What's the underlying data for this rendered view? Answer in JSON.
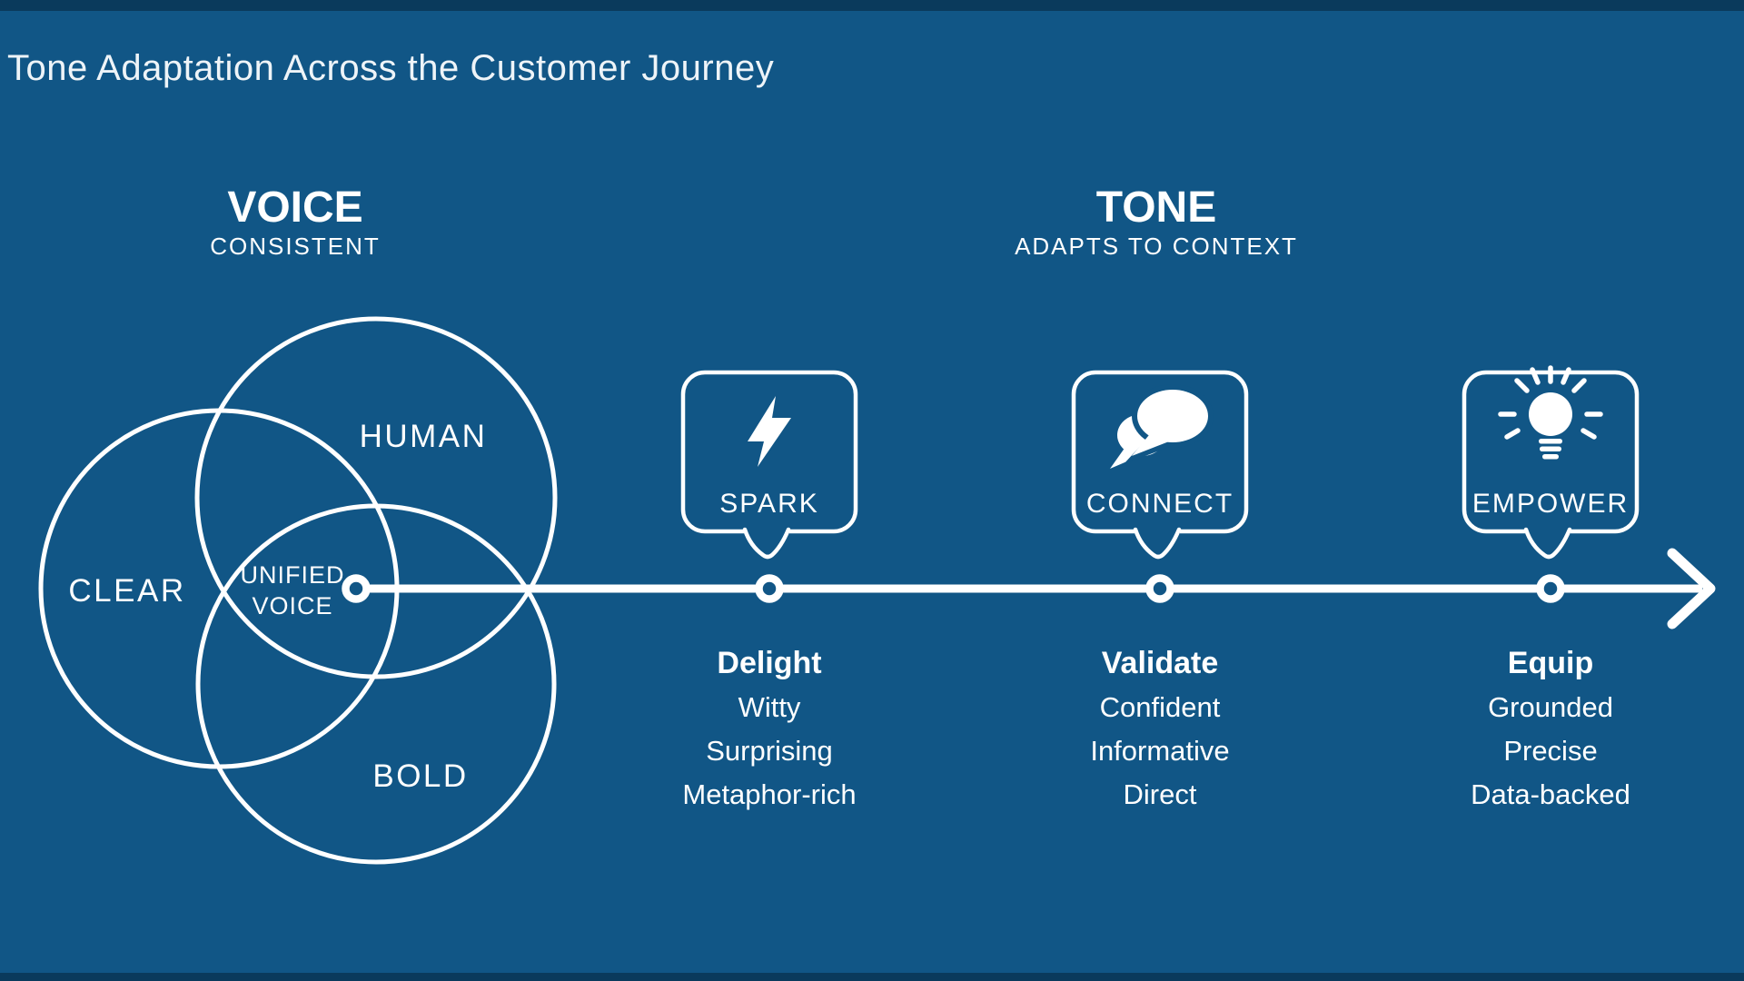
{
  "colors": {
    "background": "#115686",
    "edge_band": "#0a3a5c",
    "white": "#ffffff"
  },
  "title": "Tone Adaptation Across the Customer Journey",
  "voice_section": {
    "heading": "VOICE",
    "subheading": "CONSISTENT",
    "circle_labels": [
      "CLEAR",
      "HUMAN",
      "BOLD"
    ],
    "center_label": [
      "UNIFIED",
      "VOICE"
    ]
  },
  "tone_section": {
    "heading": "TONE",
    "subheading": "ADAPTS TO CONTEXT"
  },
  "milestones": [
    {
      "stage": "SPARK",
      "icon": "lightning-bolt-icon",
      "title": "Delight",
      "traits": [
        "Witty",
        "Surprising",
        "Metaphor-rich"
      ]
    },
    {
      "stage": "CONNECT",
      "icon": "chat-bubbles-icon",
      "title": "Validate",
      "traits": [
        "Confident",
        "Informative",
        "Direct"
      ]
    },
    {
      "stage": "EMPOWER",
      "icon": "lightbulb-icon",
      "title": "Equip",
      "traits": [
        "Grounded",
        "Precise",
        "Data-backed"
      ]
    }
  ]
}
